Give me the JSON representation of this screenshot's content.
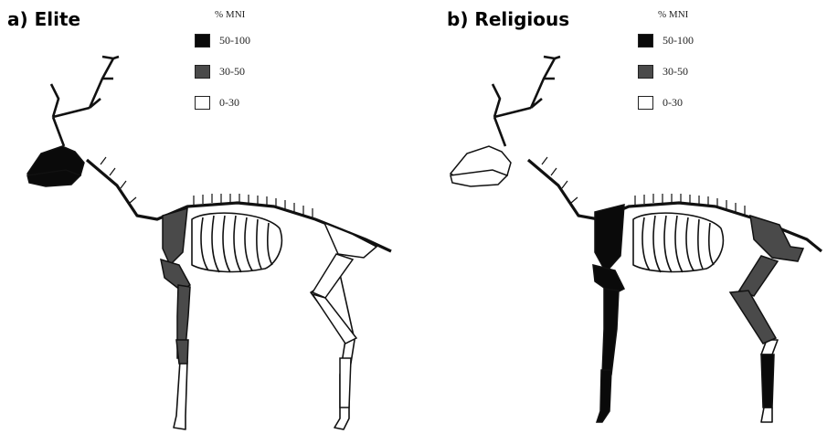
{
  "panels": [
    {
      "title": "a) Elite",
      "legend": {
        "title": "% MNI",
        "items": [
          {
            "label": "50-100",
            "color": "#0a0a0a"
          },
          {
            "label": "30-50",
            "color": "#4a4a4a"
          },
          {
            "label": "0-30",
            "color": "#ffffff"
          }
        ]
      },
      "shading": {
        "skull": "high",
        "scapula": "medium",
        "humerus": "medium",
        "radius_ulna": "medium",
        "metacarpal": "medium",
        "pelvis": "low",
        "femur": "low",
        "tibia": "low",
        "metatarsal": "low"
      }
    },
    {
      "title": "b) Religious",
      "legend": {
        "title": "% MNI",
        "items": [
          {
            "label": "50-100",
            "color": "#0a0a0a"
          },
          {
            "label": "30-50",
            "color": "#4a4a4a"
          },
          {
            "label": "0-30",
            "color": "#ffffff"
          }
        ]
      },
      "shading": {
        "skull": "low",
        "scapula": "high",
        "humerus": "high",
        "radius_ulna": "high",
        "metacarpal": "high",
        "pelvis": "medium",
        "femur": "medium",
        "tibia": "medium",
        "metatarsal": "high"
      }
    }
  ]
}
